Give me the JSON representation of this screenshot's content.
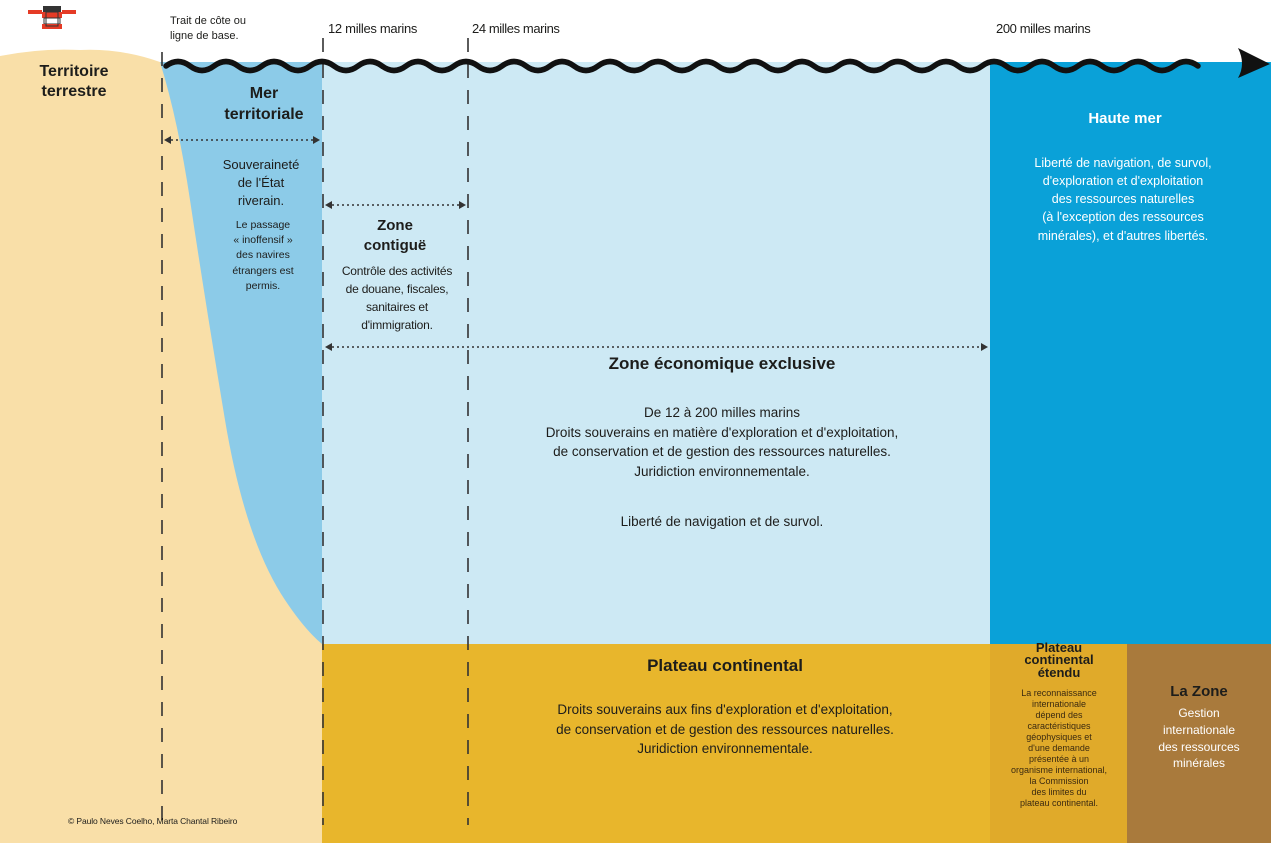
{
  "colors": {
    "land": "#f9dfa8",
    "territorial_sea": "#8ccbe8",
    "eez": "#cde9f4",
    "high_seas": "#0aa1d8",
    "continental_shelf": "#e8b62c",
    "extended_shelf": "#e0aa2a",
    "area": "#a97a3c",
    "wave": "#111111"
  },
  "icons": [
    "lighthouse-icon",
    "arrow-head-icon"
  ],
  "markers": {
    "baseline": "Trait de côte ou\nligne de base.",
    "m12": "12 milles marins",
    "m24": "24 milles marins",
    "m200": "200 milles marins"
  },
  "land": {
    "title": "Territoire\nterrestre"
  },
  "territorial_sea": {
    "title": "Mer\nterritoriale",
    "body": "Souveraineté\nde l'État\nriverain.",
    "note": "Le passage\n« inoffensif »\ndes navires\nétrangers est\npermis."
  },
  "contiguous_zone": {
    "title": "Zone\ncontiguë",
    "body": "Contrôle des activités\nde douane, fiscales,\nsanitaires et\nd'immigration."
  },
  "eez": {
    "title": "Zone économique exclusive",
    "body": "De 12 à 200 milles marins\nDroits souverains en matière d'exploration et d'exploitation,\nde conservation et de gestion des ressources naturelles.\nJuridiction environnementale.",
    "freedom": "Liberté de navigation et de survol."
  },
  "high_seas": {
    "title": "Haute mer",
    "body": "Liberté de navigation, de survol,\nd'exploration et d'exploitation\ndes ressources naturelles\n(à l'exception des ressources\nminérales), et d'autres libertés."
  },
  "continental_shelf": {
    "title": "Plateau continental",
    "body": "Droits souverains aux fins d'exploration et d'exploitation,\nde conservation et de gestion des ressources naturelles.\nJuridiction environnementale."
  },
  "extended_shelf": {
    "title": "Plateau\ncontinental\nétendu",
    "body": "La reconnaissance\ninternationale\ndépend des\ncaractéristiques\ngéophysiques et\nd'une demande\nprésentée à un\norganisme international,\nla Commission\ndes limites du\nplateau continental."
  },
  "the_area": {
    "title": "La Zone",
    "body": "Gestion\ninternationale\ndes ressources\nminérales"
  },
  "credit": "© Paulo Neves Coelho, Marta Chantal Ribeiro"
}
